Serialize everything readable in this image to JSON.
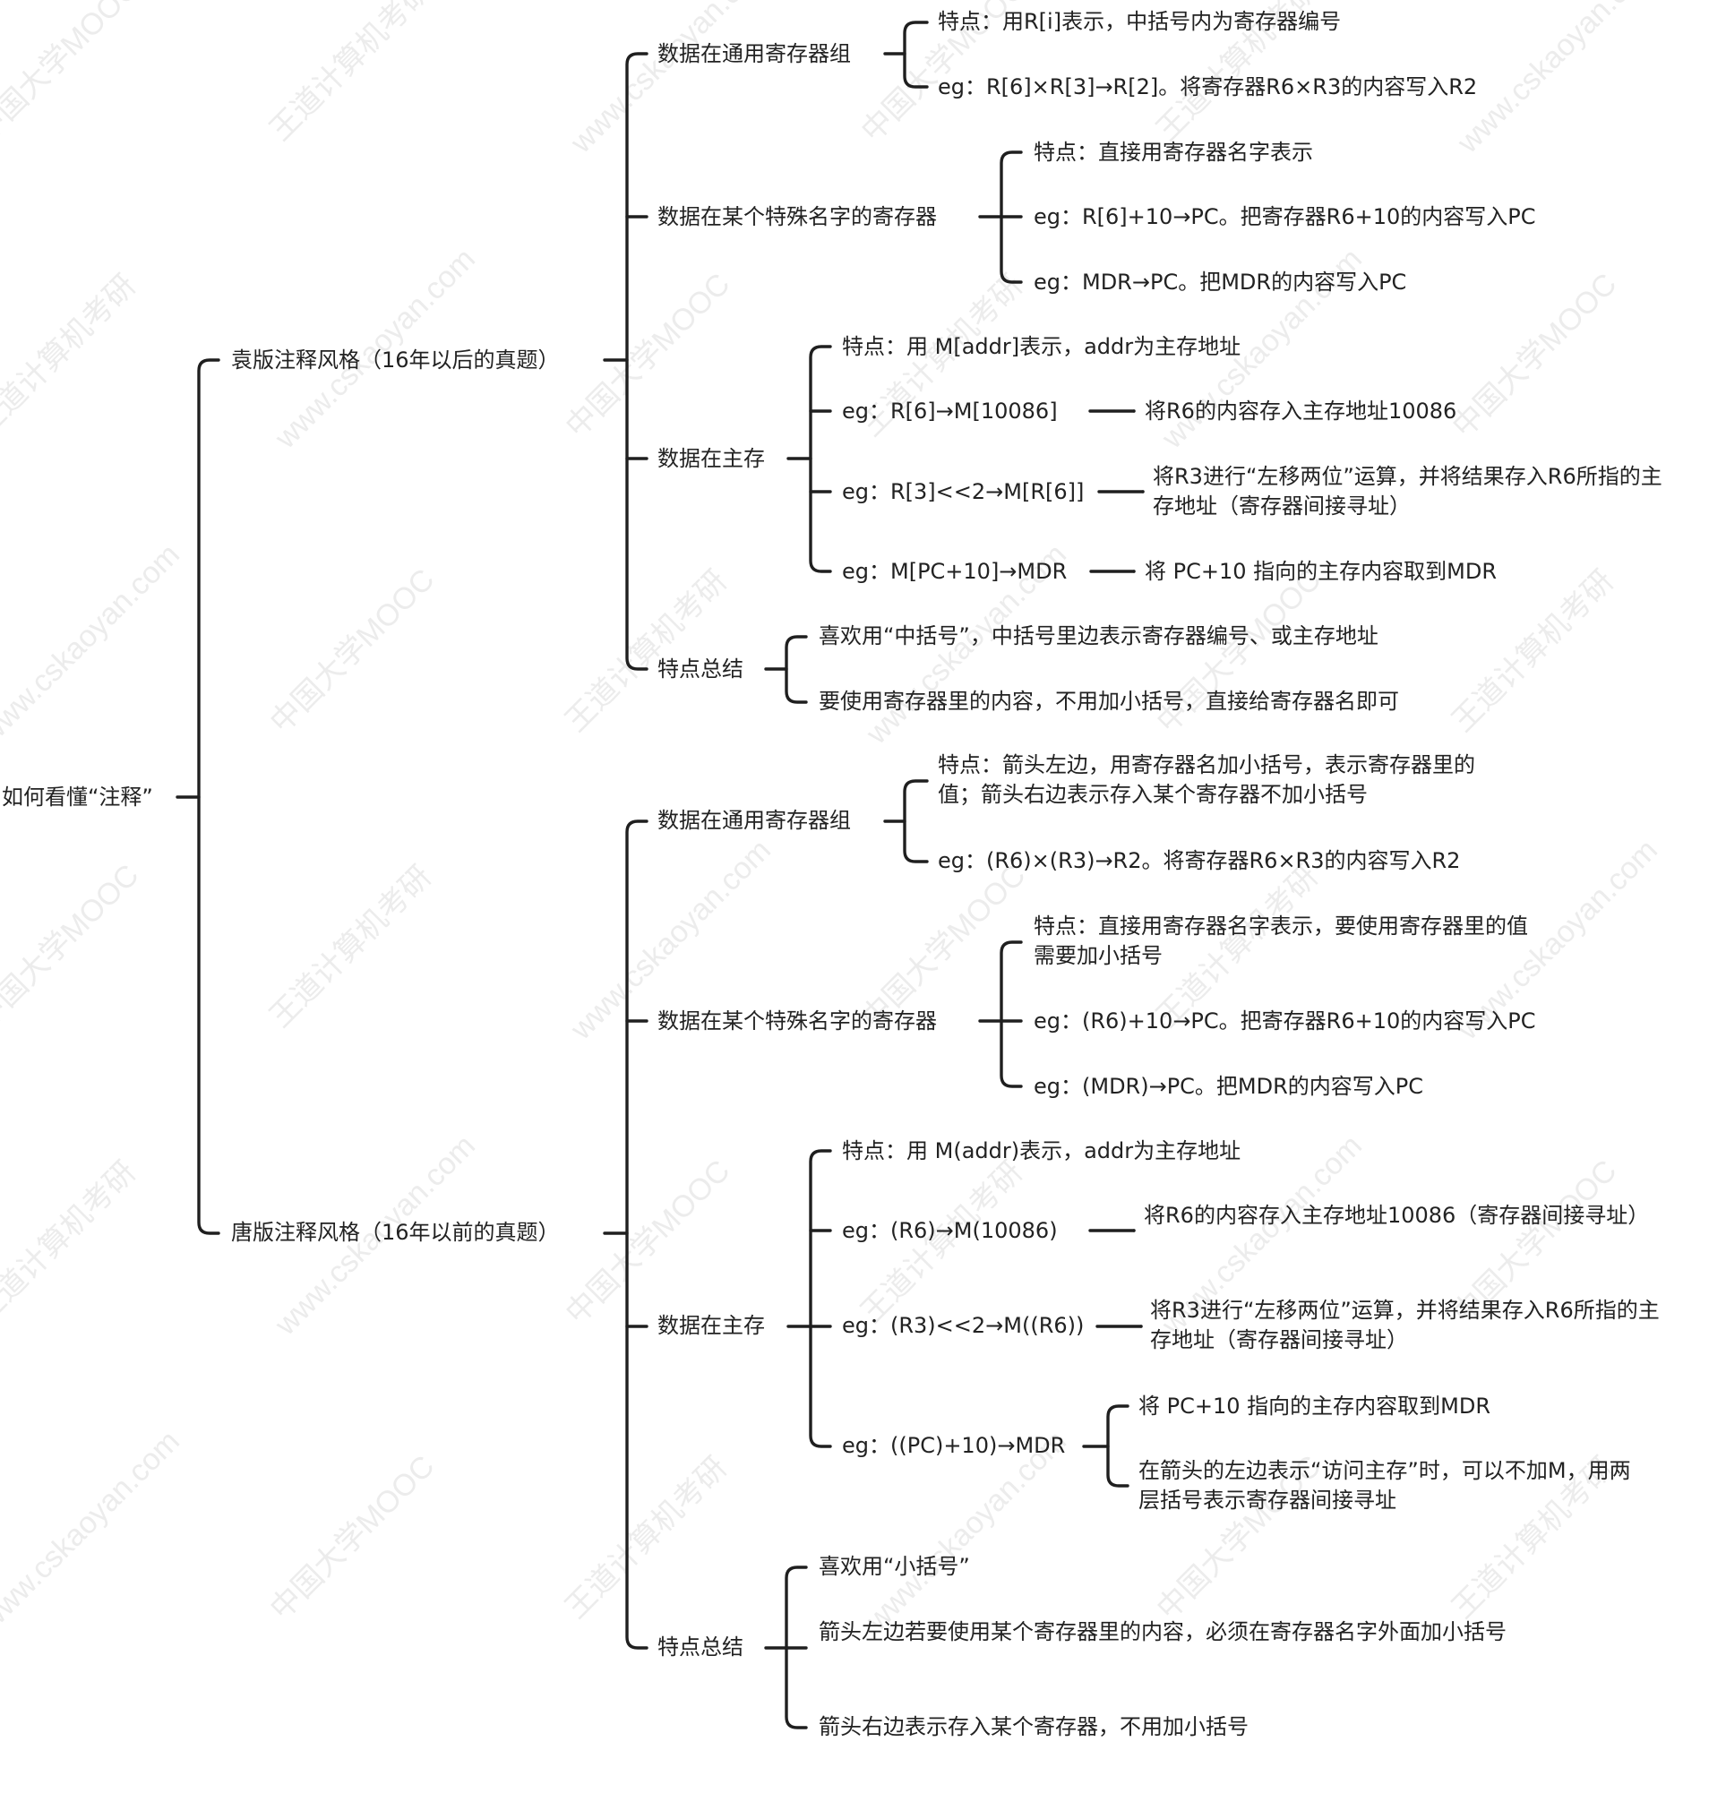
{
  "title": "如何看懂“注释”",
  "watermarks": [
    "中国大学MOOC",
    "王道计算机考研",
    "www.cskaoyan.com"
  ],
  "colors": {
    "line": "#1f1f1f",
    "text": "#222222",
    "watermark": "#ececec"
  },
  "nodes": {
    "n1": "袁版注释风格（16年以后的真题）",
    "n2": "数据在通用寄存器组",
    "n3": "特点：用R[i]表示，中括号内为寄存器编号",
    "n4": "eg：R[6]×R[3]→R[2]。将寄存器R6×R3的内容写入R2",
    "n5": "数据在某个特殊名字的寄存器",
    "n6": "特点：直接用寄存器名字表示",
    "n7": "eg：R[6]+10→PC。把寄存器R6+10的内容写入PC",
    "n8": "eg：MDR→PC。把MDR的内容写入PC",
    "n9": "数据在主存",
    "n10": "特点：用 M[addr]表示，addr为主存地址",
    "n11": "eg：R[6]→M[10086]",
    "n12": "将R6的内容存入主存地址10086",
    "n13": "eg：R[3]<<2→M[R[6]]",
    "n14": "将R3进行“左移两位”运算，并将结果存入R6所指的主存地址（寄存器间接寻址）",
    "n15": "eg：M[PC+10]→MDR",
    "n16": "将 PC+10 指向的主存内容取到MDR",
    "n17": "特点总结",
    "n18": "喜欢用“中括号”，中括号里边表示寄存器编号、或主存地址",
    "n19": "要使用寄存器里的内容，不用加小括号，直接给寄存器名即可",
    "n20": "唐版注释风格（16年以前的真题）",
    "n21": "数据在通用寄存器组",
    "n22": "特点：箭头左边，用寄存器名加小括号，表示寄存器里的值；箭头右边表示存入某个寄存器不加小括号",
    "n23": "eg：(R6)×(R3)→R2。将寄存器R6×R3的内容写入R2",
    "n24": "数据在某个特殊名字的寄存器",
    "n25": "特点：直接用寄存器名字表示，要使用寄存器里的值需要加小括号",
    "n26": "eg：(R6)+10→PC。把寄存器R6+10的内容写入PC",
    "n27": "eg：(MDR)→PC。把MDR的内容写入PC",
    "n28": "数据在主存",
    "n29": "特点：用 M(addr)表示，addr为主存地址",
    "n30": "eg：(R6)→M(10086)",
    "n31": "将R6的内容存入主存地址10086（寄存器间接寻址）",
    "n32": "eg：(R3)<<2→M((R6))",
    "n33": "将R3进行“左移两位”运算，并将结果存入R6所指的主存地址（寄存器间接寻址）",
    "n34": "eg：((PC)+10)→MDR",
    "n35": "将 PC+10 指向的主存内容取到MDR",
    "n36": "在箭头的左边表示“访问主存”时，可以不加M，用两层括号表示寄存器间接寻址",
    "n37": "特点总结",
    "n38": "喜欢用“小括号”",
    "n39": "箭头左边若要使用某个寄存器里的内容，必须在寄存器名字外面加小括号",
    "n40": "箭头右边表示存入某个寄存器，不用加小括号"
  }
}
